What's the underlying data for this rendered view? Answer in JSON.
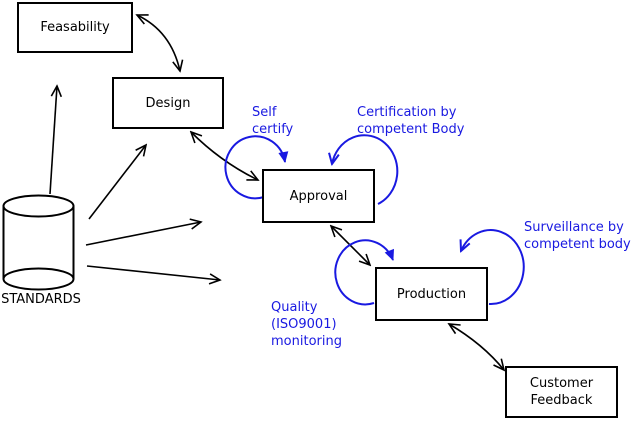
{
  "diagram": {
    "nodes": {
      "feasability": {
        "label": "Feasability"
      },
      "design": {
        "label": "Design"
      },
      "approval": {
        "label": "Approval"
      },
      "production": {
        "label": "Production"
      },
      "customer_feedback": {
        "label": "Customer\nFeedback"
      },
      "standards": {
        "label": "STANDARDS",
        "shape": "database-cylinder"
      }
    },
    "annotations": {
      "self_certify": {
        "text": "Self\ncertify"
      },
      "certification": {
        "text": "Certification by\ncompetent Body"
      },
      "surveillance": {
        "text": "Surveillance by\ncompetent body"
      },
      "quality_monitoring": {
        "text": "Quality\n(ISO9001)\nmonitoring"
      }
    },
    "colors": {
      "node_border": "#000000",
      "arrow": "#000000",
      "annotation_blue": "#1919e1",
      "background": "#ffffff"
    }
  }
}
